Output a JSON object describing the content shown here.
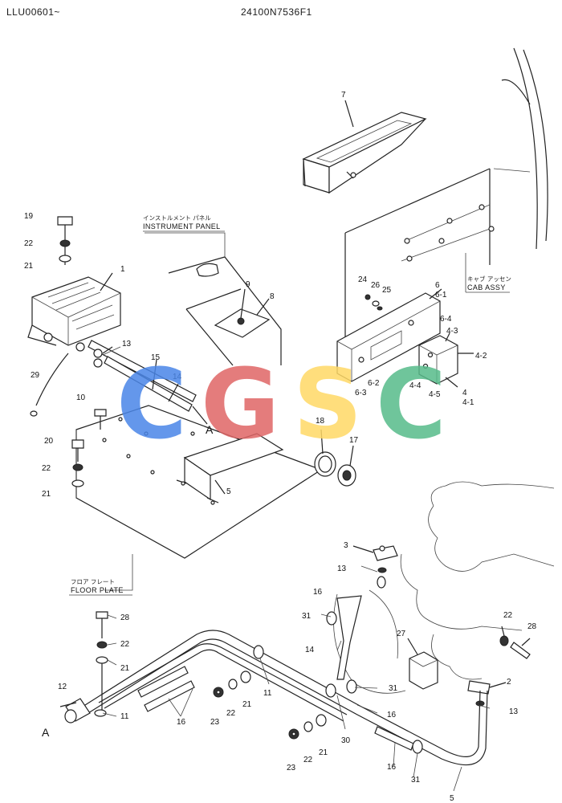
{
  "header": {
    "left": "LLU00601~",
    "right": "24100N7536F1"
  },
  "labels": {
    "instrument_panel_jp": "インストルメント パネル",
    "instrument_panel": "INSTRUMENT PANEL",
    "cab_assy_jp": "キャブ アッセン",
    "cab_assy": "CAB ASSY",
    "floor_plate_jp": "フロア フレート",
    "floor_plate": "FLOOR PLATE"
  },
  "refs": {
    "a_upper": "A",
    "a_lower": "A"
  },
  "watermark": {
    "letters": [
      "C",
      "G",
      "S",
      "C"
    ],
    "colors": [
      "#4a86e8",
      "#e06666",
      "#ffd966",
      "#57bb8a"
    ]
  },
  "callouts": {
    "c1": "1",
    "c2": "2",
    "c3": "3",
    "c4": "4",
    "c4_1": "4-1",
    "c4_2": "4-2",
    "c4_3": "4-3",
    "c4_4": "4-4",
    "c4_5": "4-5",
    "c5a": "5",
    "c5b": "5",
    "c6": "6",
    "c6_1": "6-1",
    "c6_2": "6-2",
    "c6_3": "6-3",
    "c6_4": "6-4",
    "c7": "7",
    "c8": "8",
    "c9": "9",
    "c10": "10",
    "c11a": "11",
    "c11b": "11",
    "c12": "12",
    "c13a": "13",
    "c13b": "13",
    "c13c": "13",
    "c14a": "14",
    "c14b": "14",
    "c15": "15",
    "c16a": "16",
    "c16b": "16",
    "c16c": "16",
    "c16d": "16",
    "c17": "17",
    "c18": "18",
    "c19": "19",
    "c20": "20",
    "c21a": "21",
    "c21b": "21",
    "c21c": "21",
    "c21d": "21",
    "c21e": "21",
    "c22a": "22",
    "c22b": "22",
    "c22c": "22",
    "c22d": "22",
    "c22e": "22",
    "c22f": "22",
    "c23a": "23",
    "c23b": "23",
    "c24": "24",
    "c25": "25",
    "c26": "26",
    "c27": "27",
    "c28a": "28",
    "c28b": "28",
    "c29": "29",
    "c30": "30",
    "c31a": "31",
    "c31b": "31",
    "c31c": "31"
  }
}
